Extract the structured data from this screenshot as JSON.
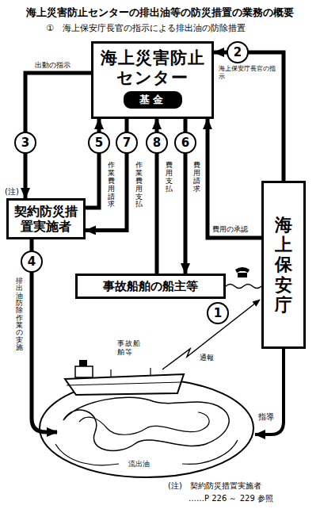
{
  "diagram": {
    "title": "海上災害防止センターの排出油等の防災措置の業務の概要",
    "nodes": [
      {
        "text": [
          "海上災害防止センター"
        ]
      },
      {
        "text": [
          "基金"
        ],
        "in": 0
      },
      {
        "text": [
          "契約防災措置実施者"
        ]
      },
      {
        "text": [
          "事故船舶の船主等"
        ]
      },
      {
        "text": [
          "海上保安庁"
        ]
      }
    ],
    "edges": [
      {
        "from": 4,
        "to": 0,
        "arrow": "to",
        "label": "海上保安庁長官の指示"
      },
      {
        "from": 0,
        "to": 2,
        "arrow": "to",
        "label": "出動の指示"
      },
      {
        "from": 2,
        "to": 0,
        "arrow": "to",
        "label": "作業費用請求"
      },
      {
        "from": 0,
        "to": 2,
        "arrow": "to",
        "label": "作業費用支払"
      },
      {
        "from": 3,
        "to": 0,
        "arrow": "to",
        "label": "費用支払"
      },
      {
        "from": 0,
        "to": 3,
        "arrow": "to",
        "label": "費用請求"
      },
      {
        "from": 4,
        "to": 0,
        "arrow": "to",
        "label": "費用の承認"
      },
      {
        "from": 3,
        "to": 4,
        "arrow": "none"
      }
    ],
    "labels": [
      "①　海上保安庁長官の指示による排出油の防除措置",
      "(注)",
      "1",
      "2",
      "3",
      "4",
      "5",
      "6",
      "7",
      "8",
      "排出油防除作業の実施",
      "事故船舶等",
      "通報",
      "指導",
      "流出油",
      "(注)　契約防災措置実施者",
      "……P 226 ～ 229 参照"
    ]
  }
}
